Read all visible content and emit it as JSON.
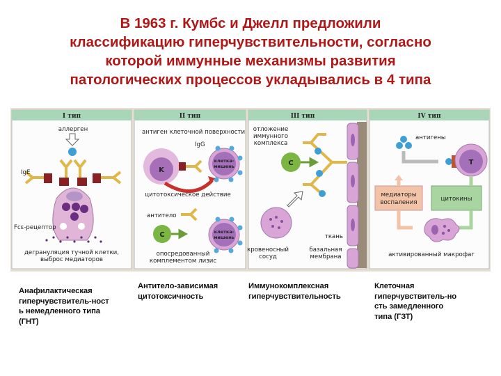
{
  "title": {
    "lines": [
      "В 1963 г.  Кумбс и Джелл предложили",
      "классификацию гиперчувствительности, согласно",
      "которой иммунные механизмы развития",
      "патологических процессов укладывались в 4 типа"
    ]
  },
  "colors": {
    "title": "#b01818",
    "panel_header": "#a9d6b9"
  },
  "figure": {
    "panel1": {
      "header": "I тип",
      "allergen": "аллерген",
      "ige": "IgE",
      "fc_receptor": "Fcε-рецептор",
      "degranulation_1": "дегрануляция тучной клетки,",
      "degranulation_2": "выброс медиаторов"
    },
    "panel2": {
      "header": "II тип",
      "surface_antigen": "антиген клеточной поверхности",
      "igg": "IgG",
      "k_cell": "K",
      "target_1a": "клетка-",
      "target_1b": "мишень",
      "cytotoxic": "цитотоксическое действие",
      "antibody": "антитело",
      "c": "C",
      "target_2a": "клетка-",
      "target_2b": "мишень",
      "lysis_1": "опосредованный",
      "lysis_2": "комплементом лизис"
    },
    "panel3": {
      "header": "III тип",
      "deposit_1": "отложение",
      "deposit_2": "иммунного",
      "deposit_3": "комплекса",
      "c": "C",
      "tissue": "ткань",
      "vessel_1": "кровеносный",
      "vessel_2": "сосуд",
      "membrane_1": "базальная",
      "membrane_2": "мембрана"
    },
    "panel4": {
      "header": "IV тип",
      "antigens": "антигены",
      "t_cell": "T",
      "mediators_1": "медиаторы",
      "mediators_2": "воспаления",
      "cytokines": "цитокины",
      "macrophage": "активированный макрофаг"
    }
  },
  "captions": [
    {
      "lines": [
        "Анафилактическая",
        "гиперчувствитель-ност",
        "ь немедленного типа",
        "(ГНТ)"
      ]
    },
    {
      "lines": [
        "Антитело-зависимая",
        "цитотоксичность"
      ]
    },
    {
      "lines": [
        "Иммунокомплексная",
        "гиперчувствительность"
      ]
    },
    {
      "lines": [
        "Клеточная",
        "гиперчувствитель-но",
        "сть замедленного",
        "типа (ГЗТ)"
      ]
    }
  ]
}
